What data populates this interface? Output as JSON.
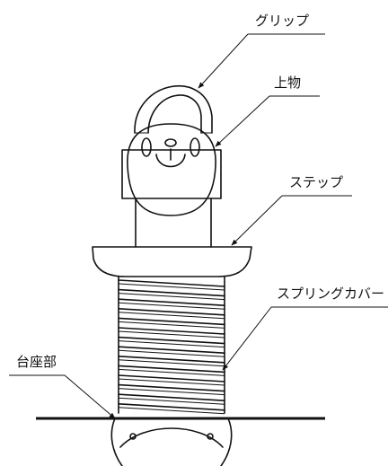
{
  "labels": {
    "grip": "グリップ",
    "top_piece": "上物",
    "step": "ステップ",
    "spring_cover": "スプリングカバー",
    "base": "台座部"
  }
}
